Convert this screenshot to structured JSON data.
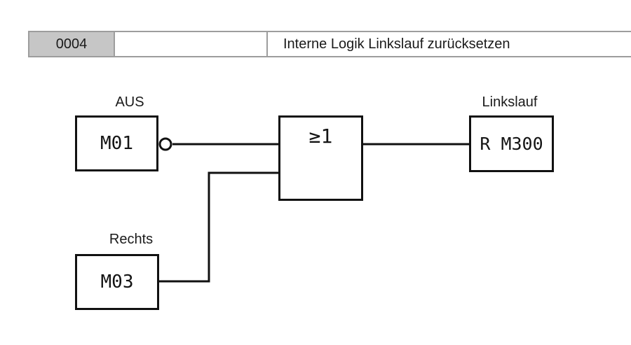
{
  "header": {
    "rung_number": "0004",
    "symbol_cell": "",
    "comment": "Interne Logik Linkslauf zurücksetzen"
  },
  "diagram": {
    "m01": {
      "label": "AUS",
      "text": "M01"
    },
    "m03": {
      "label": "Rechts",
      "text": "M03"
    },
    "gate": {
      "text": "≥1",
      "type": "or-gate"
    },
    "output": {
      "label": "Linkslauf",
      "text": "R M300"
    },
    "negation_input": "M01 output inverted (circle)"
  },
  "colors": {
    "line": "#111111",
    "header_border": "#9d9d9d",
    "header_fill": "#c6c6c6",
    "text": "#1a1a1a",
    "background": "#ffffff"
  }
}
